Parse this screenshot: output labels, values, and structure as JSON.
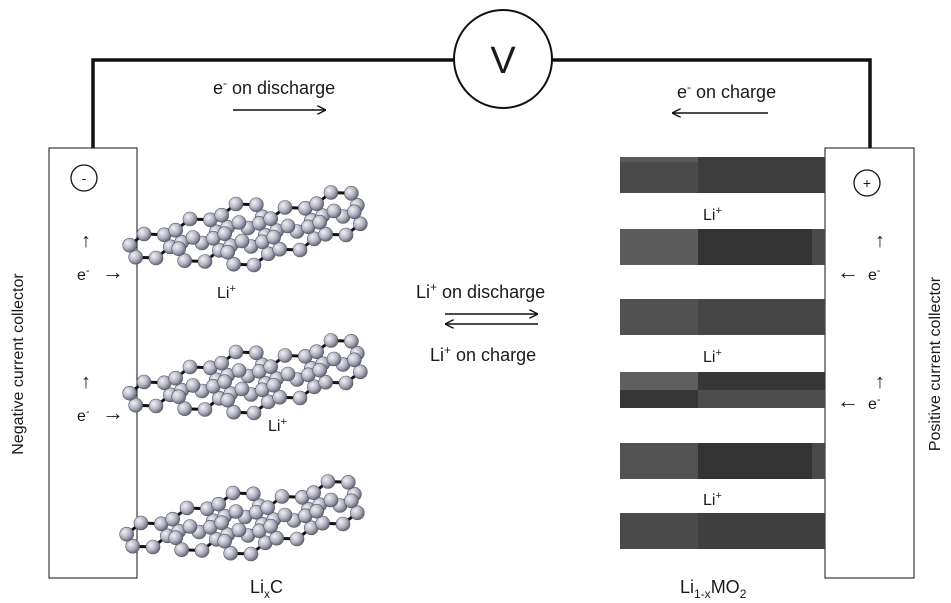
{
  "voltmeter": {
    "label": "V"
  },
  "electron_flow": {
    "discharge": {
      "base": "e",
      "sup": "-",
      "text": " on discharge"
    },
    "charge": {
      "base": "e",
      "sup": "-",
      "text": " on charge"
    }
  },
  "negative_collector": {
    "sign": "-",
    "label": "Negative current collector",
    "electron": {
      "base": "e",
      "sup": "-"
    },
    "up_arrow": "↑",
    "right_arrow": "→"
  },
  "positive_collector": {
    "sign": "+",
    "label": "Positive current collector",
    "electron": {
      "base": "e",
      "sup": "-"
    },
    "up_arrow": "↑",
    "left_arrow": "←"
  },
  "ion": {
    "base": "Li",
    "sup": "+"
  },
  "ion_flow": {
    "discharge": {
      "base": "Li",
      "sup": "+",
      "text": " on discharge"
    },
    "charge": {
      "base": "Li",
      "sup": "+",
      "text": " on charge"
    }
  },
  "anode_formula": {
    "a": "Li",
    "sub": "x",
    "b": "C"
  },
  "cathode_formula": {
    "a": "Li",
    "sub1": "1-x",
    "b": "MO",
    "sub2": "2"
  },
  "colors": {
    "wire": "#111111",
    "slab_dark": "#3d3d3d",
    "slab_mid": "#555555",
    "slab_light": "#6a6a6a",
    "atom_light": "#e6e6ea",
    "atom_dark": "#6f7088"
  }
}
